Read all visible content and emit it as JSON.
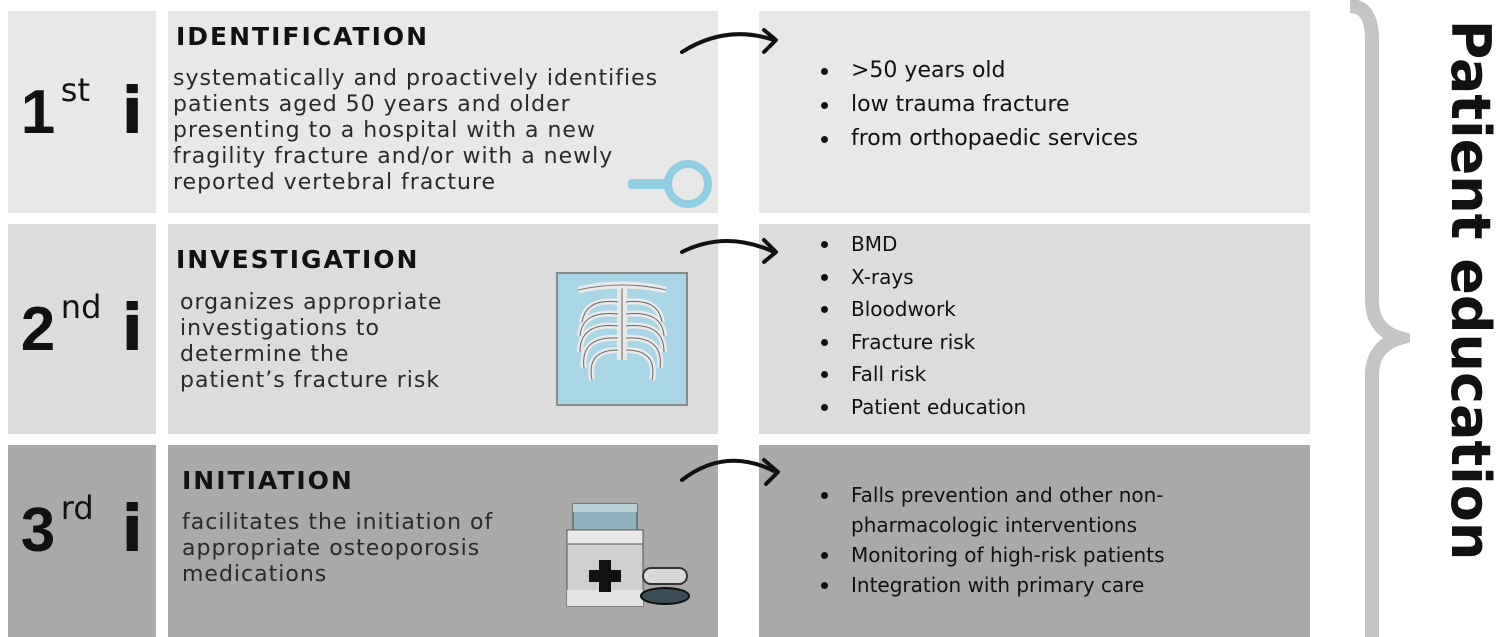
{
  "side_title": "Patient education",
  "rows": [
    {
      "num": "1",
      "sup": "st",
      "letter": "i",
      "heading": "IDENTIFICATION",
      "desc_lines": [
        "systematically and proactively identifies",
        "patients aged 50 years and older",
        "presenting to a hospital with a new",
        "fragility fracture and/or with a newly",
        "reported vertebral fracture"
      ],
      "bullets": [
        ">50 years old",
        "low trauma fracture",
        "from orthopaedic services"
      ],
      "icon": "magnifying-glass-icon"
    },
    {
      "num": "2",
      "sup": "nd",
      "letter": "i",
      "heading": "INVESTIGATION",
      "desc_lines": [
        "organizes appropriate",
        "investigations to",
        "determine the",
        "patient’s fracture risk"
      ],
      "bullets": [
        "BMD",
        "X-rays",
        "Bloodwork",
        "Fracture risk",
        "Fall risk",
        "Patient education"
      ],
      "icon": "chest-xray-icon"
    },
    {
      "num": "3",
      "sup": "rd",
      "letter": "i",
      "heading": "INITIATION",
      "desc_lines": [
        "facilitates the initiation of",
        "appropriate osteoporosis",
        "medications"
      ],
      "bullets": [
        "Falls prevention and other non-",
        "pharmacologic interventions",
        "Monitoring of high-risk patients",
        "Integration with primary care"
      ],
      "icon": "medication-bottle-icon"
    }
  ],
  "colors": {
    "row1": "#e8e8e8",
    "row2": "#dcdcdc",
    "row3": "#a9a9a9",
    "accent_blue": "#8fcfe3",
    "brace": "#c4c4c4"
  }
}
